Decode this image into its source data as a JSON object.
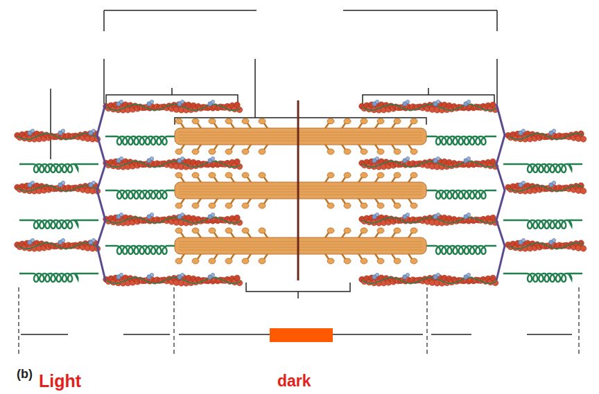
{
  "diagram": {
    "labels": [
      "(b)",
      "Light",
      "dark"
    ]
  }
}
